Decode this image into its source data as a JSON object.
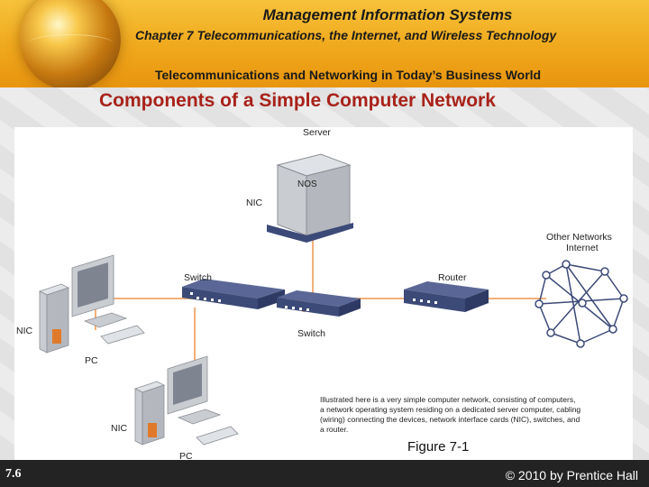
{
  "header": {
    "title": "Management Information Systems",
    "chapter": "Chapter 7 Telecommunications, the Internet, and Wireless Technology",
    "section": "Telecommunications and Networking in Today’s Business World"
  },
  "slide": {
    "title": "Components of a Simple Computer Network"
  },
  "diagram": {
    "labels": {
      "server": "Server",
      "nos": "NOS",
      "nic_server": "NIC",
      "switch_top": "Switch",
      "switch_mid": "Switch",
      "router": "Router",
      "other_networks": "Other Networks",
      "internet": "Internet",
      "nic_pc1": "NIC",
      "pc1": "PC",
      "nic_pc2": "NIC",
      "pc2": "PC"
    },
    "caption": "Illustrated here is a very simple computer network, consisting of computers, a network operating system residing on a dedicated server computer, cabling (wiring) connecting the devices, network interface cards (NIC), switches, and a router.",
    "figure_label": "Figure 7-1"
  },
  "footer": {
    "slide_number": "7.6",
    "copyright": "© 2010 by Prentice Hall"
  },
  "colors": {
    "header_bg": "#f0a81c",
    "title_red": "#a8221a",
    "device_gray": "#c9ccd1",
    "switch_navy": "#3c4a78",
    "accent_orange": "#e07a2a",
    "cable_orange": "#f2b07a"
  }
}
